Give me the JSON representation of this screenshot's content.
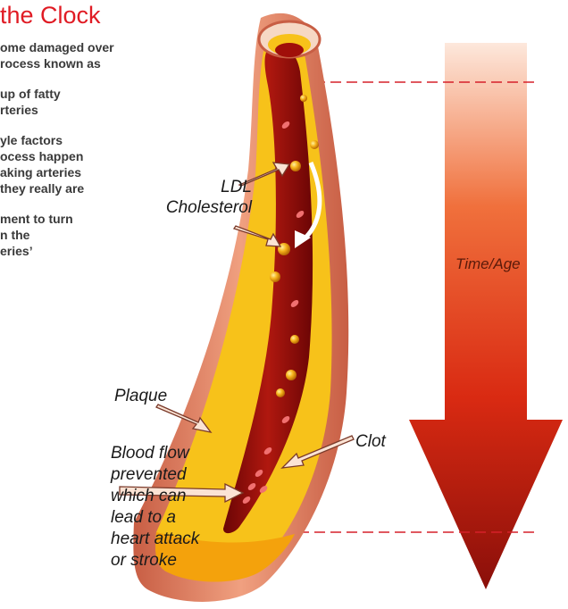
{
  "title": "the Clock",
  "intro_lines": [
    "ome damaged over\nrocess known as",
    "up of fatty\nrteries",
    "yle factors\nocess happen\naking arteries\n they really are",
    "ment to turn\nn the\neries’"
  ],
  "labels": {
    "ldl": "LDL\nCholesterol",
    "plaque": "Plaque",
    "clot": "Clot",
    "blood_flow": "Blood flow\nprevented\nwhich can\nlead to a\nheart attack\nor stroke",
    "time_age": "Time/Age"
  },
  "colors": {
    "title": "#e01b24",
    "artery_wall": "#d9785e",
    "plaque": "#f7c21a",
    "blood": "#8b0a0a",
    "arrow_top": "#fbe3d4",
    "arrow_bottom": "#8a0f0a",
    "dashed_line": "#d6202a"
  }
}
